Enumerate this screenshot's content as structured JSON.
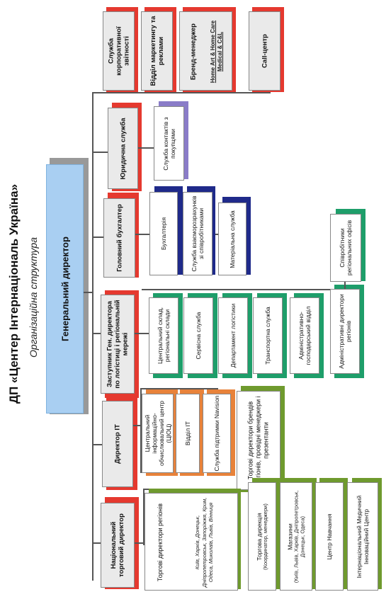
{
  "title": "ДП «Центер Інтернаціональ Україна»",
  "subtitle": "Організаційна структура",
  "gd": "Генеральний директор",
  "top": {
    "corp": "Служба корпоративної звітності",
    "mkt": "Відділ маркетингу та реклами",
    "brand_title": "Бренд-менеджер",
    "brand_lines": "Home Art & Home Care Medical & C&L",
    "call": "Call-центр"
  },
  "legal": {
    "head": "Юридична служба",
    "sub": "Служба контактів з покупцями"
  },
  "acct": {
    "head": "Головний бухгалтер",
    "s1": "Бухгалтерія",
    "s2": "Служба взаєморозрахунків зі співробітниками",
    "s3": "Матеріальна служба"
  },
  "log": {
    "head": "Заступник Ген. директора по логістиці і регіональній мережі",
    "s1": "Центральний склад, регіональні склади",
    "s2": "Сервісна служба",
    "s3": "Департамент логістики",
    "s4": "Транспортна служба",
    "s5": "Адміністративно-господарський відділ",
    "s6": "Адміністративні директори регіонів",
    "s7": "Співробітники регіональних офісів"
  },
  "it": {
    "head": "Директор ІТ",
    "s1": "Центральний інформаційно-обчислювальний центр (ЦІОЦ)",
    "s2": "Відділ ІТ",
    "s3": "Служба підтримки Navision"
  },
  "trade": {
    "head": "Національний торговий директор",
    "brands": "Торгові директори брендів регіонів, провідні менеджери і презентанти",
    "regions_title": "Торгові директори регіонів",
    "regions_list": "Київ, Харків, Донецьк, Дніпропетровськ, Запоріжжя, Крим, Одеса, Миколаїв, Львів, Вінниця",
    "direction_title": "Торгова дирекція",
    "direction_sub": "(Координатор, менеджери)",
    "shops_title": "Магазини",
    "shops_sub": "(Київ, Львів, Харків, Дніпропетровськ, Донецьк, Одеса)",
    "training": "Центр Навчання",
    "medical": "Інтернаціональний Медичний Інноваційний Центр"
  },
  "colors": {
    "red": "#e5392f",
    "purple": "#8a7cc8",
    "navy": "#1f2a8a",
    "teal": "#1e9e6a",
    "orange": "#e8823a",
    "green": "#6f9a2e",
    "blue": "#a9cff2",
    "gray": "#b7b7b7"
  }
}
